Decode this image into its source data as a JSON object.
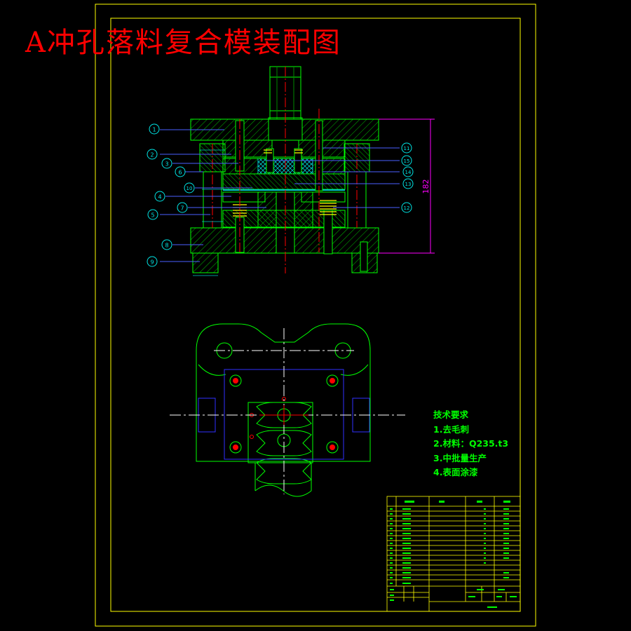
{
  "title": "A冲孔落料复合模装配图",
  "technical_requirements": {
    "heading": "技术要求",
    "items": [
      "1.去毛刺",
      "2.材料：Q235.t3",
      "3.中批量生产",
      "4.表面涂漆"
    ]
  },
  "balloons": [
    "1",
    "2",
    "3",
    "4",
    "5",
    "6",
    "7",
    "8",
    "9",
    "10",
    "11",
    "12",
    "13",
    "14",
    "15"
  ],
  "dimension_height": "182",
  "colors": {
    "background": "#000000",
    "frame": "#ffff00",
    "title": "#ff0000",
    "notes": "#00ff00",
    "body": "#00ff00",
    "center": "#ff0000",
    "hidden": "#3030ff",
    "leader": "#4a60ff",
    "balloon": "#00e5e5",
    "dimension": "#ff00ff",
    "spring": "#ffff00",
    "table": "#ffff00",
    "table_text": "#00ff00"
  }
}
